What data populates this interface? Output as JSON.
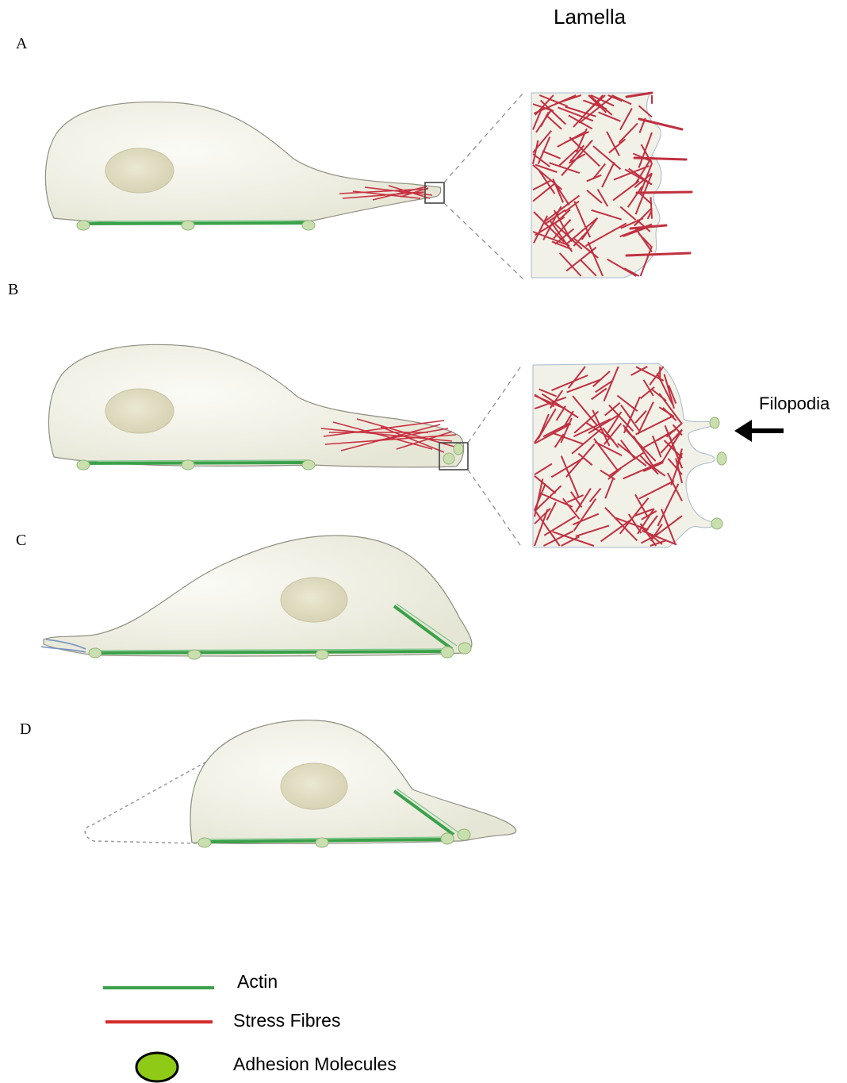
{
  "panels": [
    {
      "id": "A",
      "letter": "A"
    },
    {
      "id": "B",
      "letter": "B"
    },
    {
      "id": "C",
      "letter": "C"
    },
    {
      "id": "D",
      "letter": "D"
    }
  ],
  "labels": {
    "lamella": "Lamella",
    "filopodia": "Filopodia"
  },
  "legend": {
    "items": [
      {
        "label": "Actin",
        "symbol": "line",
        "color": "#3aa14a"
      },
      {
        "label": "Stress Fibres",
        "symbol": "line",
        "color": "#d42b2b"
      },
      {
        "label": "Adhesion Molecules",
        "symbol": "ellipse",
        "color": "#8fcb16"
      }
    ]
  },
  "colors": {
    "cell_fill": "#ebebde",
    "cell_edge": "#9a9a8c",
    "nucleus_fill": "#ddd9bd",
    "actin": "#3aa14a",
    "stress_fibre": "#c83040",
    "adhesion": "#c7e0a8",
    "membrane_edge": "#7f9fc6"
  }
}
